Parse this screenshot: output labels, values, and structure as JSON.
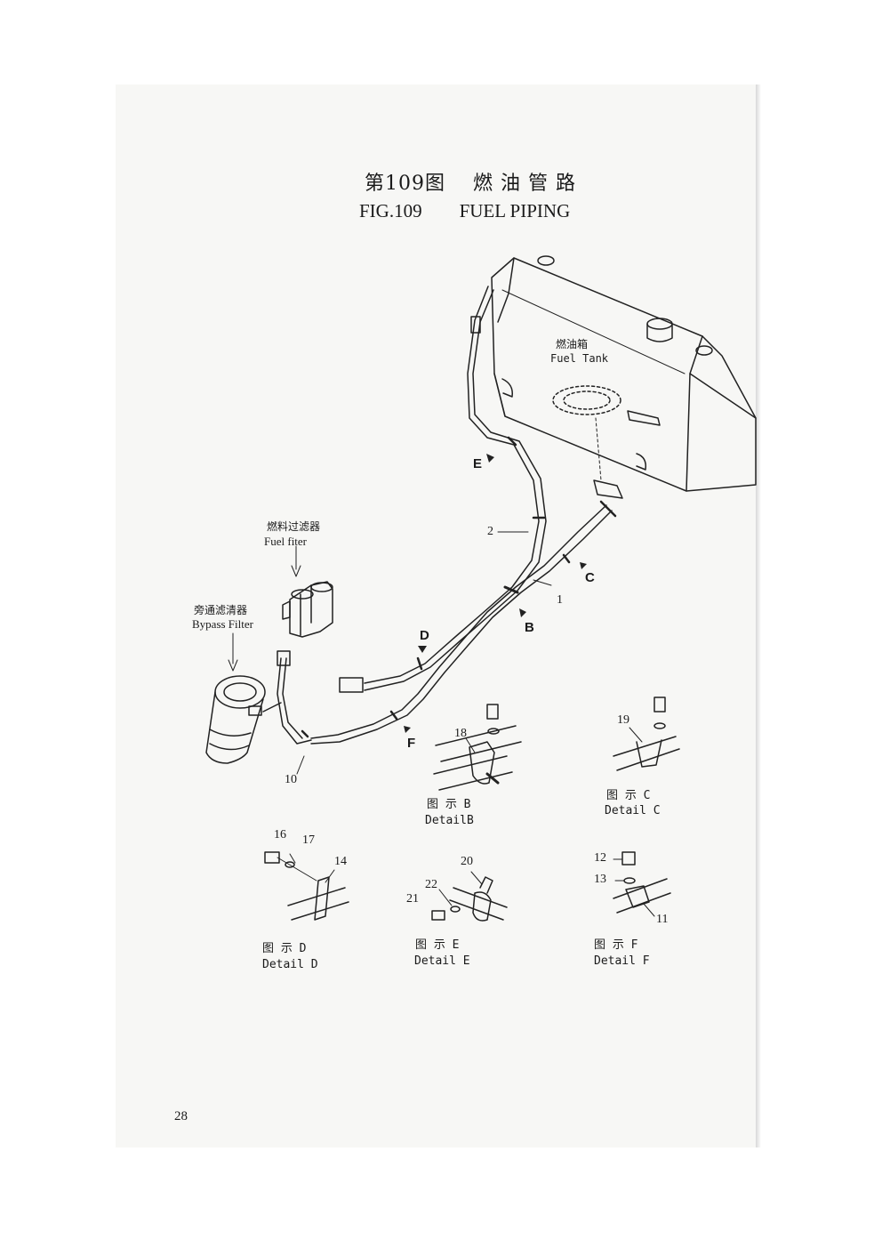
{
  "header": {
    "title_cn": "第109图　 燃 油 管 路",
    "title_en": "FIG.109　　FUEL PIPING"
  },
  "components": {
    "fuel_tank_cn": "燃油箱",
    "fuel_tank_en": "Fuel Tank",
    "fuel_filter_cn": "燃料过滤器",
    "fuel_filter_en": "Fuel fiter",
    "bypass_cn": "旁通滤清器",
    "bypass_en": "Bypass Filter"
  },
  "view_arrows": {
    "b": "B",
    "c": "C",
    "d": "D",
    "e": "E",
    "f": "F"
  },
  "part_numbers": {
    "p1": "1",
    "p2": "2",
    "p10": "10",
    "p11": "11",
    "p12": "12",
    "p13": "13",
    "p14": "14",
    "p16": "16",
    "p17": "17",
    "p18": "18",
    "p19": "19",
    "p20": "20",
    "p21": "21",
    "p22": "22"
  },
  "details": {
    "b_cn": "图 示 B",
    "b_en": "DetailB",
    "c_cn": "图 示 C",
    "c_en": "Detail C",
    "d_cn": "图 示 D",
    "d_en": "Detail D",
    "e_cn": "图 示 E",
    "e_en": "Detail E",
    "f_cn": "图 示 F",
    "f_en": "Detail F"
  },
  "footer": {
    "page_number": "28"
  }
}
